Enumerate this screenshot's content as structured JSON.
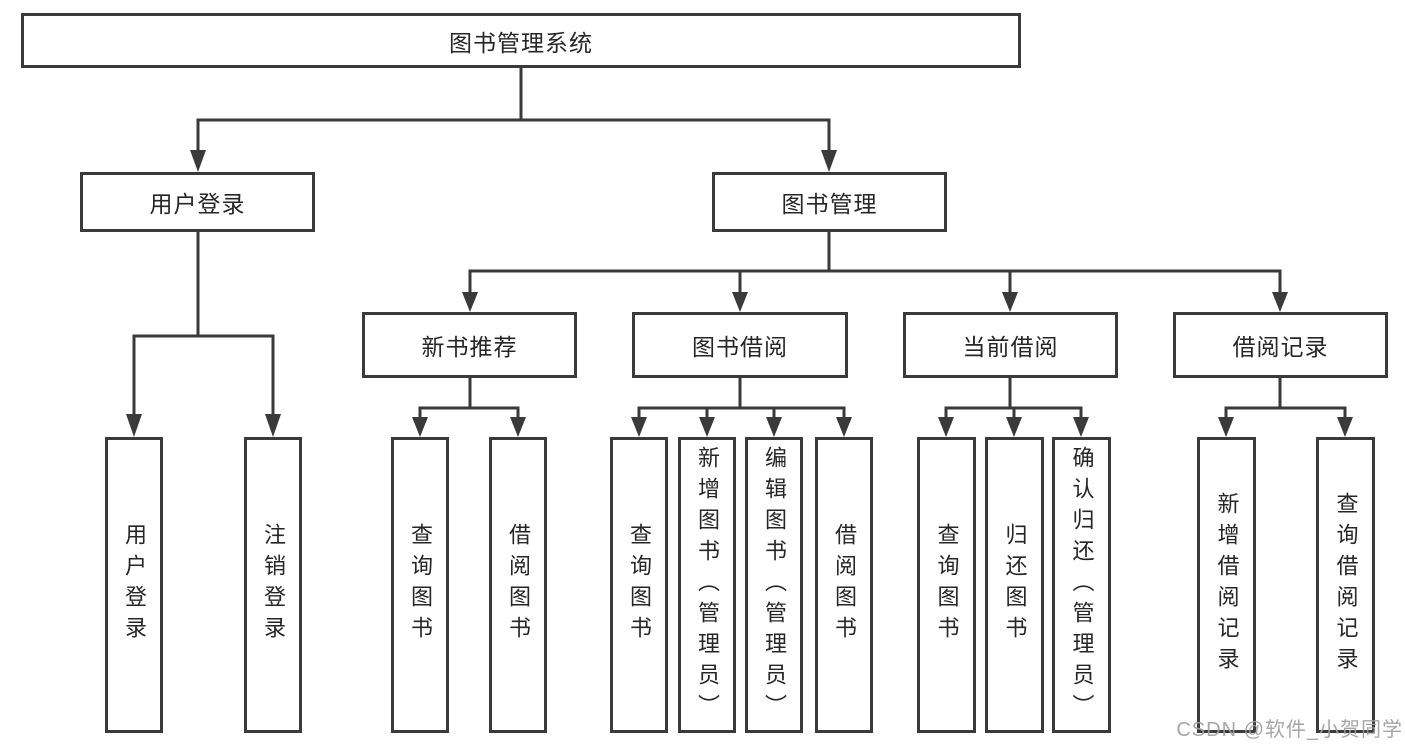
{
  "tree": {
    "label": "图书管理系统",
    "children": [
      {
        "label": "用户登录",
        "children": [
          {
            "label": "用户登录"
          },
          {
            "label": "注销登录"
          }
        ]
      },
      {
        "label": "图书管理",
        "children": [
          {
            "label": "新书推荐",
            "children": [
              {
                "label": "查询图书"
              },
              {
                "label": "借阅图书"
              }
            ]
          },
          {
            "label": "图书借阅",
            "children": [
              {
                "label": "查询图书"
              },
              {
                "label": "新增图书（管理员）"
              },
              {
                "label": "编辑图书（管理员）"
              },
              {
                "label": "借阅图书"
              }
            ]
          },
          {
            "label": "当前借阅",
            "children": [
              {
                "label": "查询图书"
              },
              {
                "label": "归还图书"
              },
              {
                "label": "确认归还（管理员）"
              }
            ]
          },
          {
            "label": "借阅记录",
            "children": [
              {
                "label": "新增借阅记录"
              },
              {
                "label": "查询借阅记录"
              }
            ]
          }
        ]
      }
    ]
  },
  "watermark": {
    "text": "CSDN @软件_小贺同学"
  },
  "colors": {
    "line": "#3a3a3a",
    "box_border": "#3a3a3a",
    "text": "#262626",
    "watermark": "#9e9e9e",
    "background": "#ffffff"
  }
}
